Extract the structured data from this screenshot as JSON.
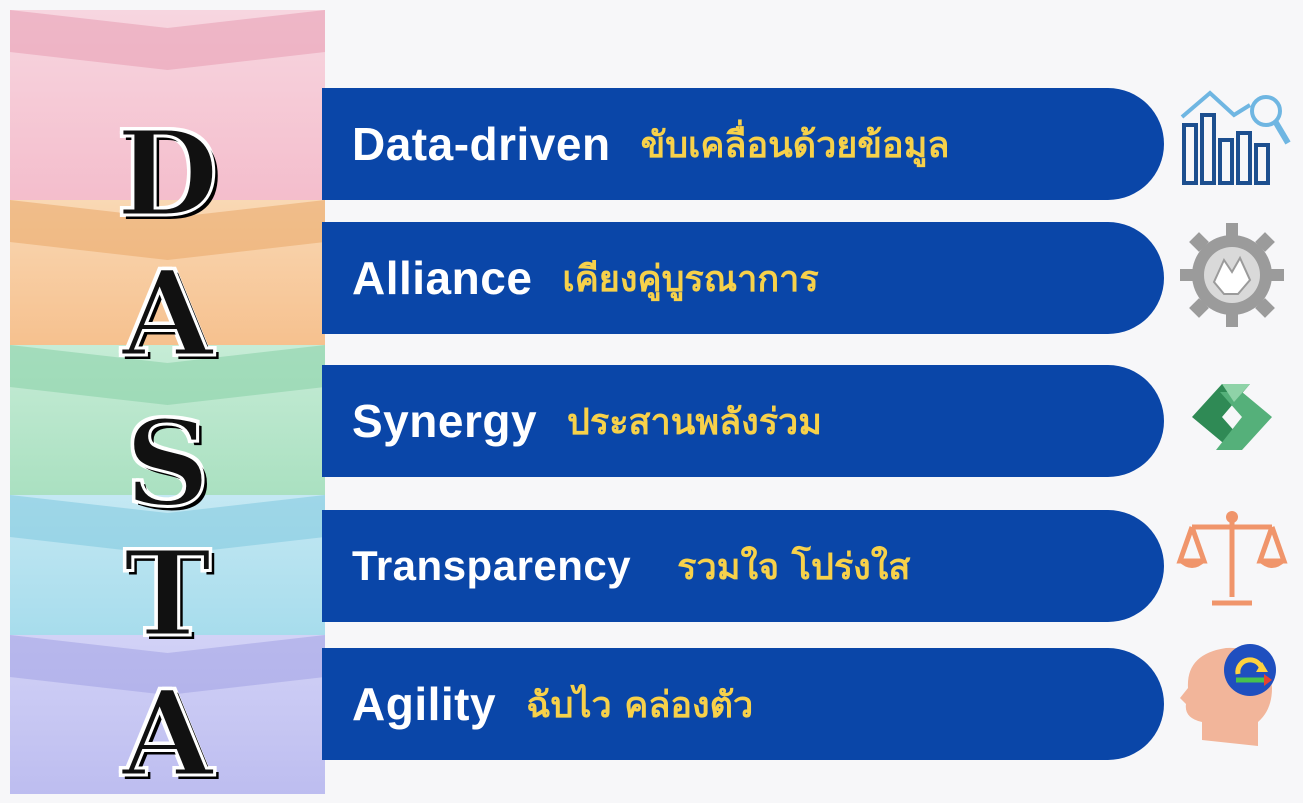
{
  "rows": [
    {
      "letter": "D",
      "english": "Data-driven",
      "thai": "ขับเคลื่อนด้วยข้อมูล",
      "letter_accent": "#d32a2a",
      "icon": "data-analytics-icon"
    },
    {
      "letter": "A",
      "english": "Alliance",
      "thai": "เคียงคู่บูรณาการ",
      "letter_accent": "#ee8a3a",
      "icon": "gear-handshake-icon"
    },
    {
      "letter": "S",
      "english": "Synergy",
      "thai": "ประสานพลังร่วม",
      "letter_accent": "#3c9a4e",
      "icon": "synergy-arrows-icon"
    },
    {
      "letter": "T",
      "english": "Transparency",
      "thai": "รวมใจ โปร่งใส",
      "letter_accent": "#3a8fd6",
      "icon": "balance-scale-icon"
    },
    {
      "letter": "A",
      "english": "Agility",
      "thai": "ฉับไว คล่องตัว",
      "letter_accent": "#5aa46a",
      "icon": "head-cycle-icon"
    }
  ],
  "colors": {
    "bar": "#0a46a8",
    "english_text": "#ffffff",
    "thai_text": "#f7d14a",
    "layers": [
      "#f6c2cf",
      "#f8cfa3",
      "#bfe9d0",
      "#b6e2ef",
      "#c8c8f4"
    ]
  }
}
